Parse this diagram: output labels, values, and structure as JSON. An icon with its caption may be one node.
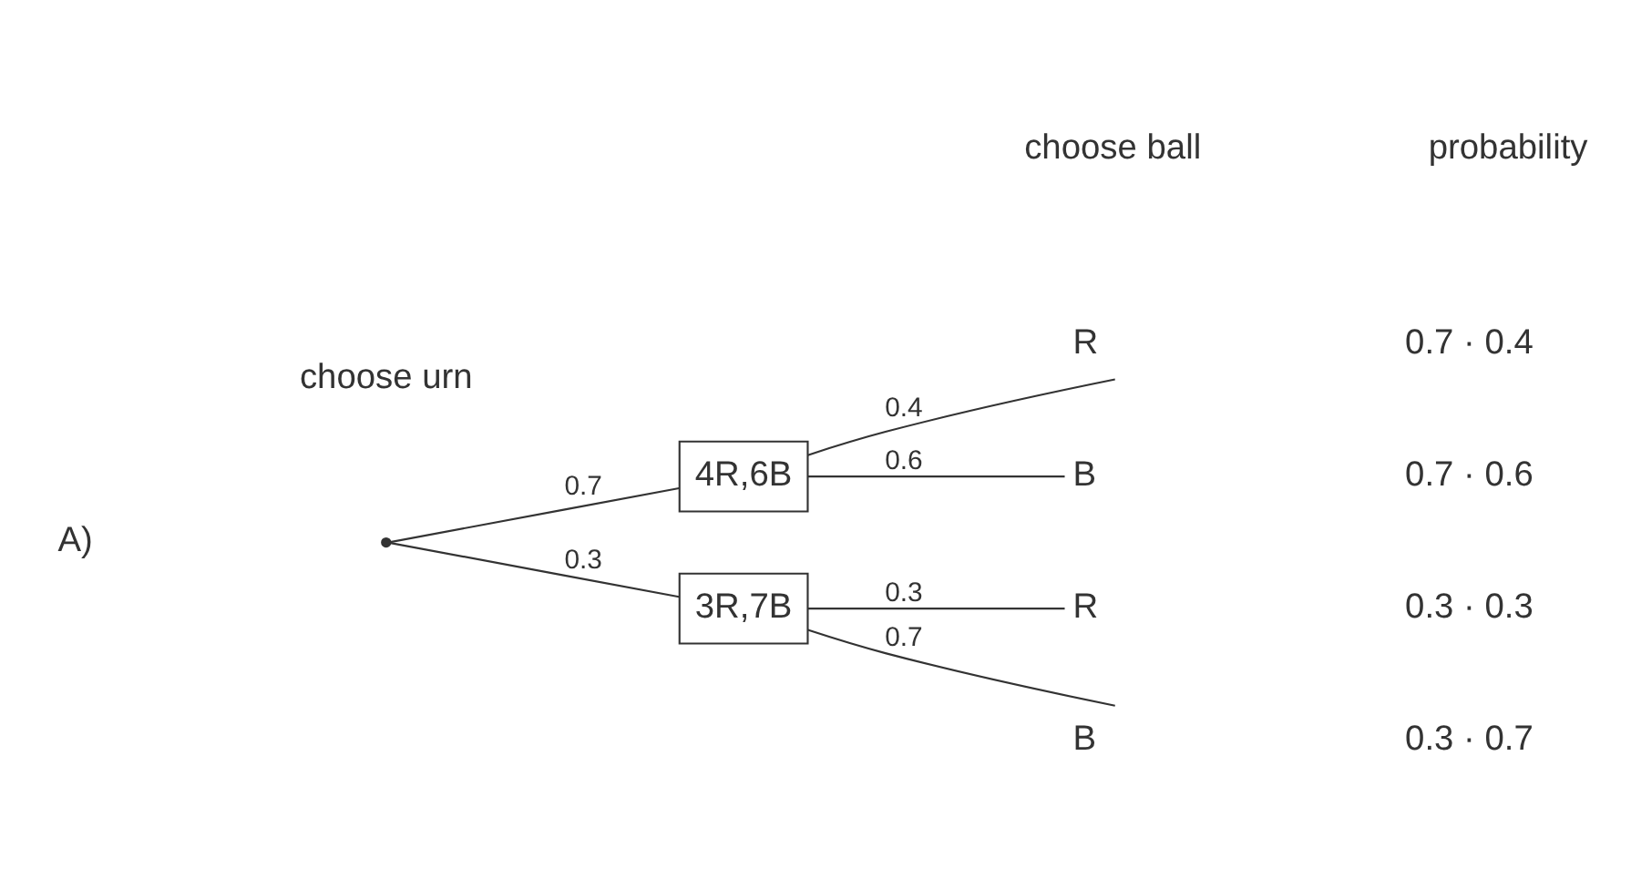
{
  "diagram": {
    "nodes": [
      {
        "text": [],
        "shape": "point"
      },
      {
        "text": [
          "4R,6B"
        ]
      },
      {
        "text": [
          "3R,7B"
        ]
      },
      {
        "text": [
          "R"
        ],
        "beside": [
          "0.7 · 0.4"
        ]
      },
      {
        "text": [
          "B"
        ],
        "beside": [
          "0.7 · 0.6"
        ]
      },
      {
        "text": [
          "R"
        ],
        "beside": [
          "0.3 · 0.3"
        ]
      },
      {
        "text": [
          "B"
        ],
        "beside": [
          "0.3 · 0.7"
        ]
      }
    ],
    "edges": [
      {
        "from": 0,
        "to": 1,
        "arrow": "none",
        "label": "0.7"
      },
      {
        "from": 0,
        "to": 2,
        "arrow": "none",
        "label": "0.3"
      },
      {
        "from": 1,
        "to": 3,
        "arrow": "none",
        "label": "0.4"
      },
      {
        "from": 1,
        "to": 4,
        "arrow": "none",
        "label": "0.6"
      },
      {
        "from": 2,
        "to": 5,
        "arrow": "none",
        "label": "0.3"
      },
      {
        "from": 2,
        "to": 6,
        "arrow": "none",
        "label": "0.7"
      }
    ],
    "labels": [
      "A)",
      "choose urn",
      "choose ball",
      "probability"
    ]
  }
}
